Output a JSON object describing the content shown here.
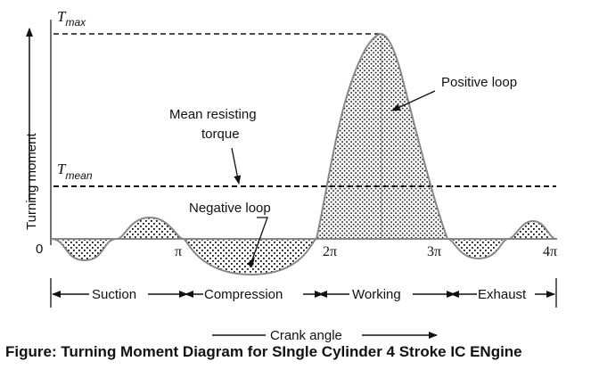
{
  "axis": {
    "y_label": "Turning moment",
    "x_label": "Crank angle",
    "origin_label": "0",
    "t_max": {
      "main": "T",
      "sub": "max"
    },
    "t_mean": {
      "main": "T",
      "sub": "mean"
    }
  },
  "ticks": {
    "pi": "π",
    "two_pi": "2π",
    "three_pi": "3π",
    "four_pi": "4π"
  },
  "annotations": {
    "mean_resisting_line1": "Mean resisting",
    "mean_resisting_line2": "torque",
    "negative_loop": "Negative loop",
    "positive_loop": "Positive loop"
  },
  "strokes": {
    "suction": "Suction",
    "compression": "Compression",
    "working": "Working",
    "exhaust": "Exhaust"
  },
  "caption": "Figure: Turning Moment Diagram for SIngle Cylinder 4 Stroke IC ENgine"
}
